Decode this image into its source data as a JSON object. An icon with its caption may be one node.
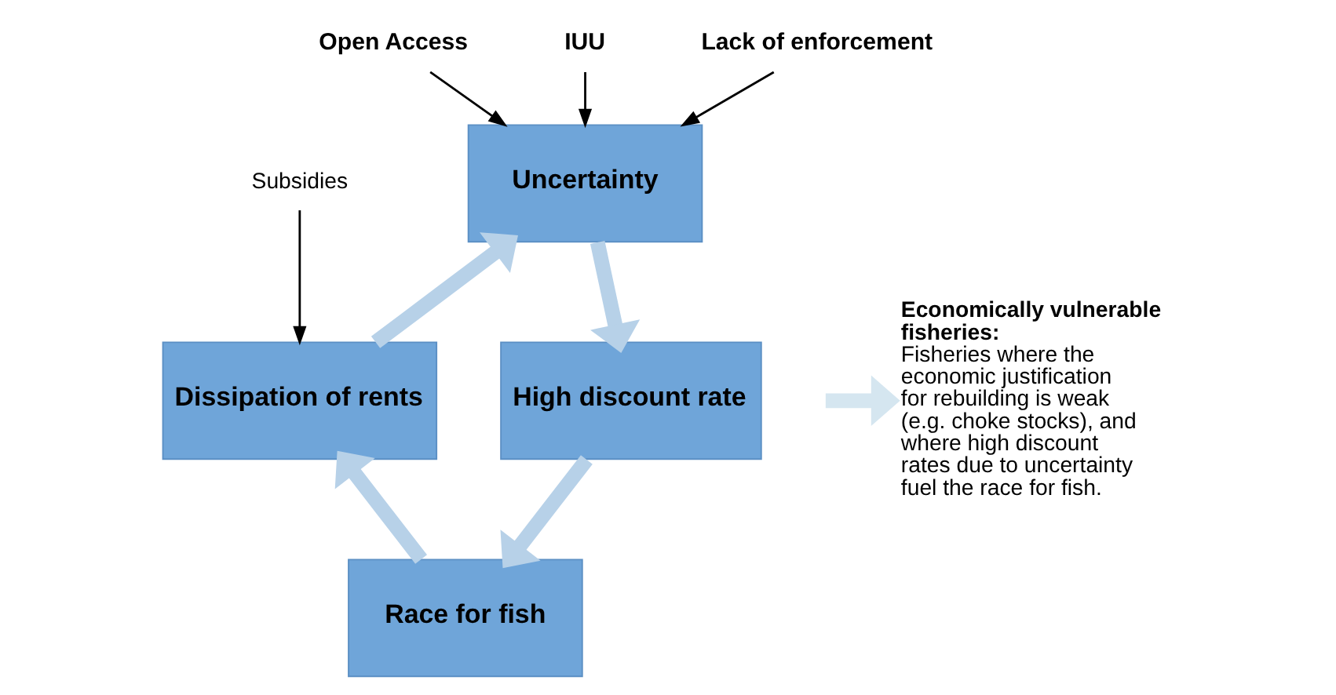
{
  "diagram": {
    "nodes": [
      {
        "text": [
          "Uncertainty"
        ]
      },
      {
        "text": [
          "High discount rate"
        ]
      },
      {
        "text": [
          "Race for fish"
        ]
      },
      {
        "text": [
          "Dissipation of rents"
        ]
      },
      {
        "text": [
          "Open Access"
        ]
      },
      {
        "text": [
          "IUU"
        ]
      },
      {
        "text": [
          "Lack of enforcement"
        ]
      },
      {
        "text": [
          "Subsidies"
        ]
      },
      {
        "text": [
          "Economically vulnerable fisheries:",
          "Fisheries where the economic justification for rebuilding is weak (e.g. choke stocks), and where high discount rates due to uncertainty fuel the race for fish."
        ]
      }
    ],
    "edges": [
      {
        "from": 0,
        "to": 1,
        "arrow": "to"
      },
      {
        "from": 1,
        "to": 2,
        "arrow": "to"
      },
      {
        "from": 2,
        "to": 3,
        "arrow": "to"
      },
      {
        "from": 3,
        "to": 0,
        "arrow": "to"
      },
      {
        "from": 4,
        "to": 0,
        "arrow": "to",
        "color": "#000000"
      },
      {
        "from": 5,
        "to": 0,
        "arrow": "to",
        "color": "#000000"
      },
      {
        "from": 6,
        "to": 0,
        "arrow": "to",
        "color": "#000000"
      },
      {
        "from": 7,
        "to": 3,
        "arrow": "to",
        "color": "#000000"
      },
      {
        "from": null,
        "to": 8,
        "arrow": "to",
        "color": "#d5e6f0"
      }
    ]
  }
}
